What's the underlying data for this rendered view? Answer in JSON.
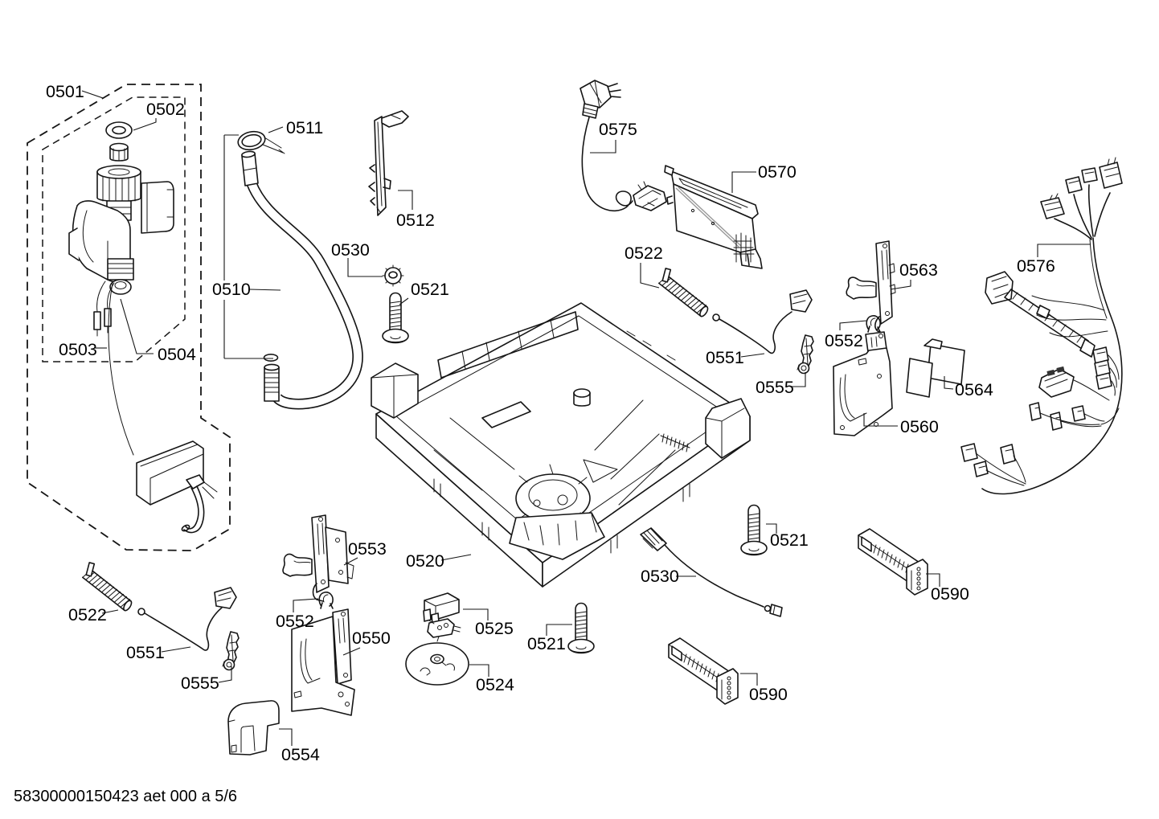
{
  "page": {
    "footer": "58300000150423 aet 000 a 5/6",
    "background_color": "#ffffff",
    "line_color": "#151515"
  },
  "diagram": {
    "kind": "exploded-parts-diagram",
    "labels": [
      {
        "part": "0501",
        "text": "0501"
      },
      {
        "part": "0502",
        "text": "0502"
      },
      {
        "part": "0511",
        "text": "0511"
      },
      {
        "part": "0512",
        "text": "0512"
      },
      {
        "part": "0530",
        "text": "0530"
      },
      {
        "part": "0521",
        "text": "0521"
      },
      {
        "part": "0510",
        "text": "0510"
      },
      {
        "part": "0503",
        "text": "0503"
      },
      {
        "part": "0504",
        "text": "0504"
      },
      {
        "part": "0575",
        "text": "0575"
      },
      {
        "part": "0570",
        "text": "0570"
      },
      {
        "part": "0522",
        "text": "0522"
      },
      {
        "part": "0563",
        "text": "0563"
      },
      {
        "part": "0576",
        "text": "0576"
      },
      {
        "part": "0552",
        "text": "0552"
      },
      {
        "part": "0551",
        "text": "0551"
      },
      {
        "part": "0555",
        "text": "0555"
      },
      {
        "part": "0564",
        "text": "0564"
      },
      {
        "part": "0560",
        "text": "0560"
      },
      {
        "part": "0553",
        "text": "0553"
      },
      {
        "part": "0520",
        "text": "0520"
      },
      {
        "part": "0521",
        "text": "0521"
      },
      {
        "part": "0530",
        "text": "0530"
      },
      {
        "part": "0590",
        "text": "0590"
      },
      {
        "part": "0522",
        "text": "0522"
      },
      {
        "part": "0552",
        "text": "0552"
      },
      {
        "part": "0551",
        "text": "0551"
      },
      {
        "part": "0550",
        "text": "0550"
      },
      {
        "part": "0525",
        "text": "0525"
      },
      {
        "part": "0521",
        "text": "0521"
      },
      {
        "part": "0555",
        "text": "0555"
      },
      {
        "part": "0524",
        "text": "0524"
      },
      {
        "part": "0590",
        "text": "0590"
      },
      {
        "part": "0554",
        "text": "0554"
      }
    ]
  }
}
